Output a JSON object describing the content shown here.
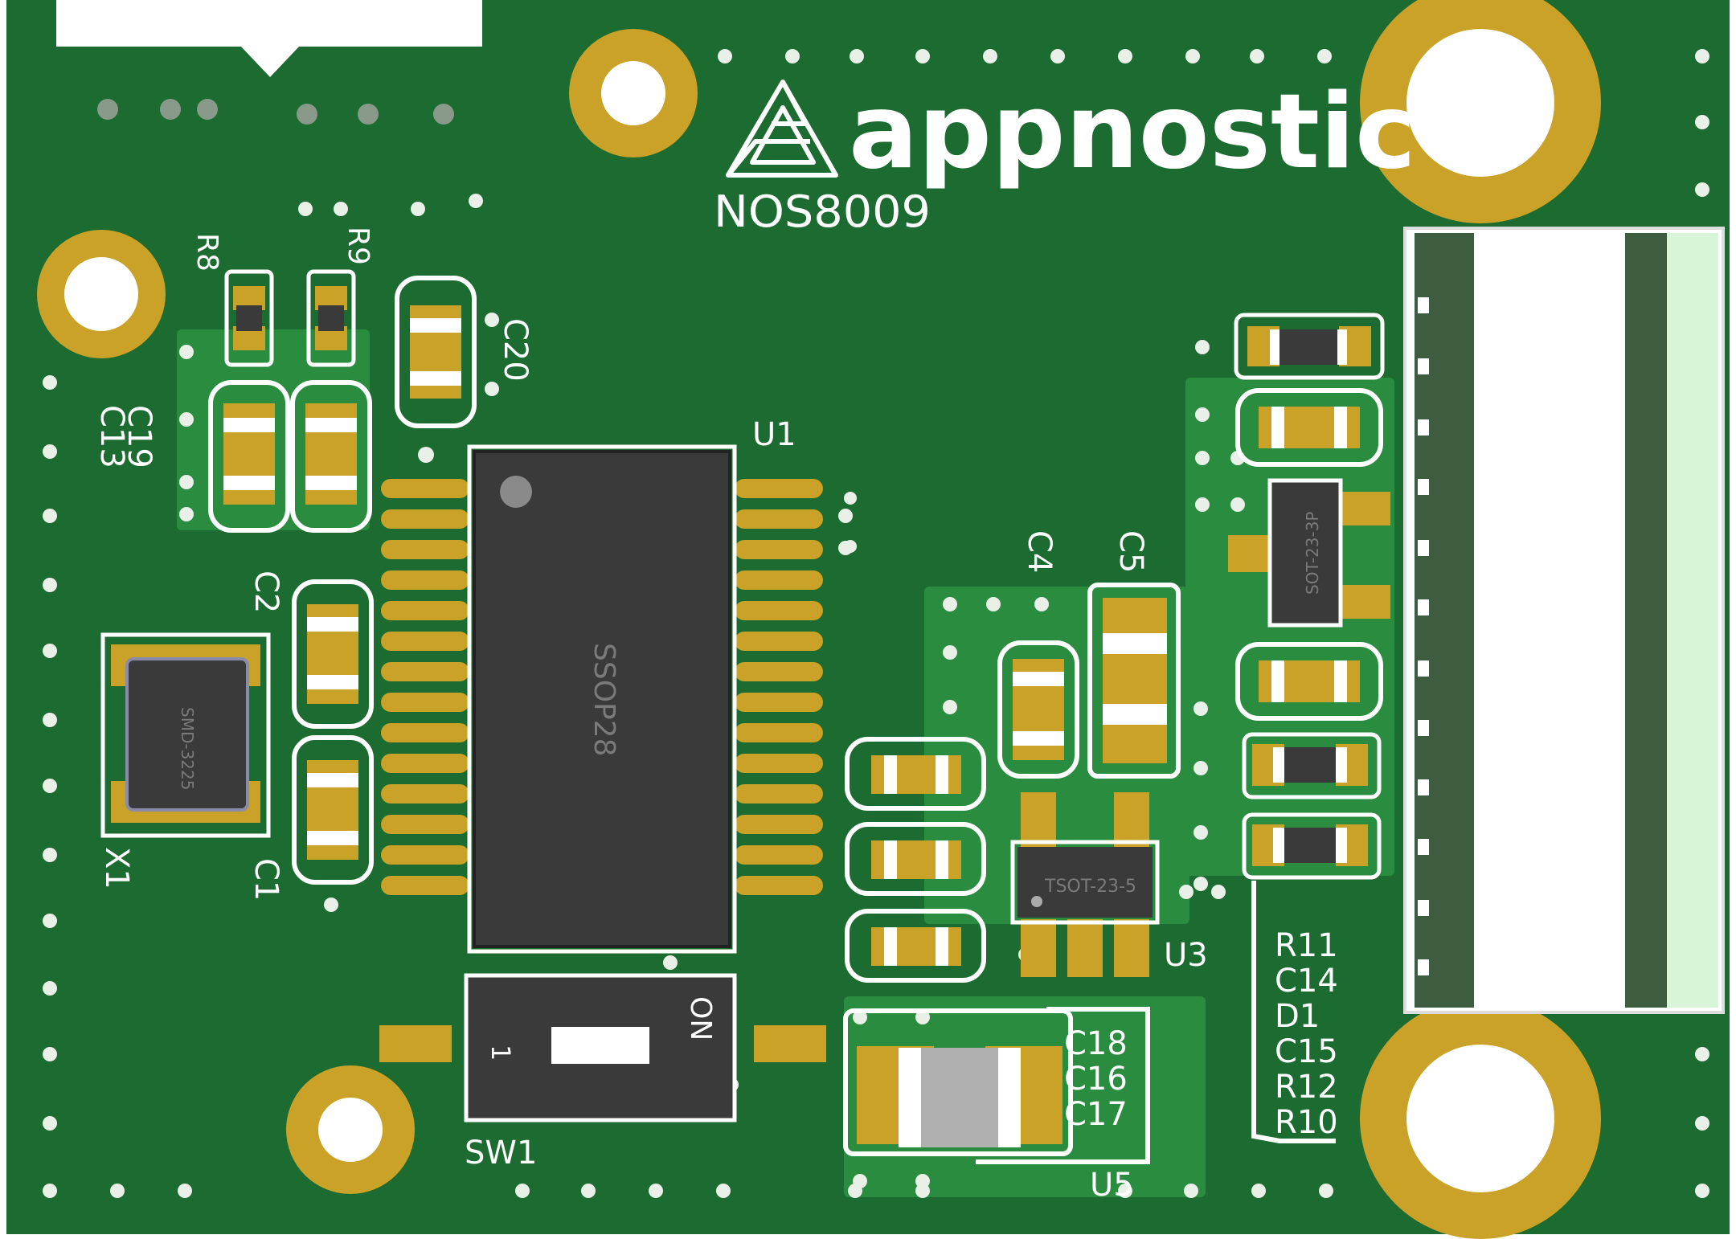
{
  "brand": {
    "name": "appnostic",
    "board_id": "NOS8009"
  },
  "colors": {
    "board": "#1c6b30",
    "pour": "#2a8c3e",
    "gold": "#c9a227",
    "silk": "#ffffff",
    "ic": "#3a3a3a",
    "chip_text": "#7a7a7a"
  },
  "refdes": {
    "r8": "R8",
    "r9": "R9",
    "c20": "C20",
    "c19": "C19",
    "c13": "C13",
    "u1": "U1",
    "c2": "C2",
    "c1": "C1",
    "x1": "X1",
    "c4": "C4",
    "c5": "C5",
    "u3": "U3",
    "sw1": "SW1",
    "u5": "U5",
    "c18": "C18",
    "c16": "C16",
    "c17": "C17",
    "r11": "R11",
    "c14": "C14",
    "d1": "D1",
    "c15": "C15",
    "r12": "R12",
    "r10": "R10"
  },
  "packages": {
    "ssop": "SSOP28",
    "crystal": "SMD-3225",
    "sot": "SOT-23-3P",
    "tsot": "TSOT-23-5"
  },
  "switch": {
    "on_label": "ON",
    "pos_label": "1"
  }
}
